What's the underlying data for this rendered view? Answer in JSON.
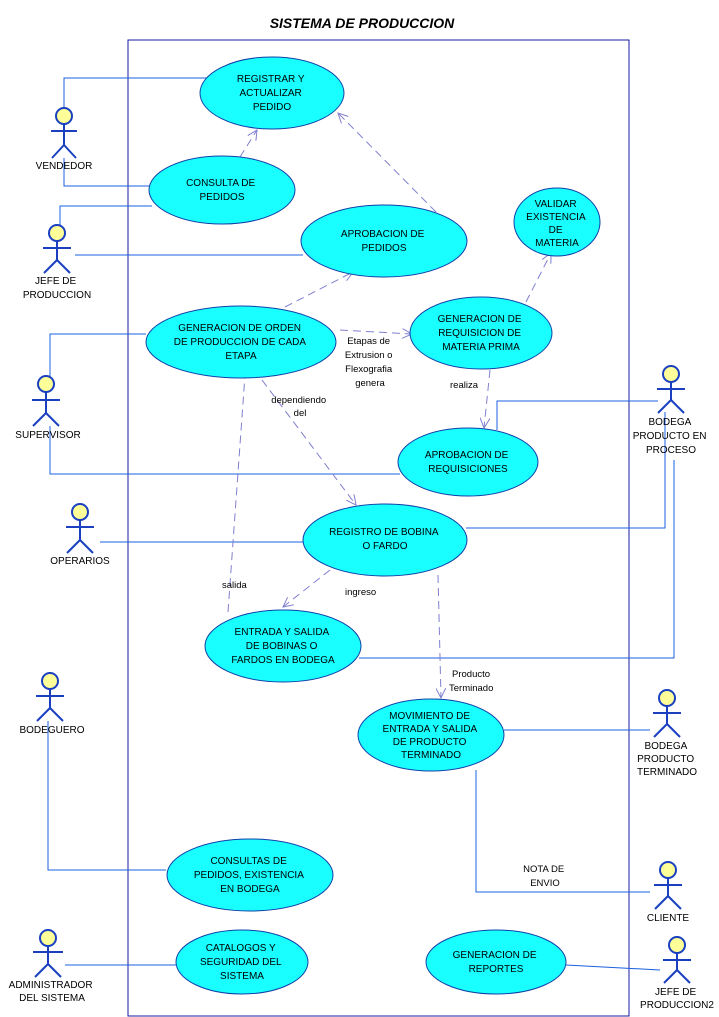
{
  "title": "SISTEMA DE PRODUCCION",
  "actors": {
    "vendedor": [
      "VENDEDOR"
    ],
    "jefe_produccion": [
      "JEFE DE",
      "PRODUCCION"
    ],
    "supervisor": [
      "SUPERVISOR"
    ],
    "operarios": [
      "OPERARIOS"
    ],
    "bodeguero": [
      "BODEGUERO"
    ],
    "administrador": [
      "ADMINISTRADOR",
      "DEL SISTEMA"
    ],
    "bodega_proceso": [
      "BODEGA",
      "PRODUCTO EN",
      "PROCESO"
    ],
    "bodega_terminado": [
      "BODEGA",
      "PRODUCTO",
      "TERMINADO"
    ],
    "cliente": [
      "CLIENTE"
    ],
    "jefe_produccion2": [
      "JEFE DE",
      "PRODUCCION2"
    ]
  },
  "use_cases": {
    "registrar_pedido": [
      "REGISTRAR Y",
      "ACTUALIZAR",
      "PEDIDO"
    ],
    "consulta_pedidos": [
      "CONSULTA DE",
      "PEDIDOS"
    ],
    "aprobacion_pedidos": [
      "APROBACION DE",
      "PEDIDOS"
    ],
    "validar_existencia": [
      "VALIDAR",
      "EXISTENCIA",
      "DE",
      "MATERIA"
    ],
    "generacion_orden": [
      "GENERACION DE ORDEN",
      "DE PRODUCCION DE CADA",
      "ETAPA"
    ],
    "generacion_requisicion": [
      "GENERACION DE",
      "REQUISICION DE",
      "MATERIA PRIMA"
    ],
    "aprobacion_requisiciones": [
      "APROBACION DE",
      "REQUISICIONES"
    ],
    "registro_bobina": [
      "REGISTRO DE BOBINA",
      "O FARDO"
    ],
    "entrada_salida_bobinas": [
      "ENTRADA Y SALIDA",
      "DE BOBINAS O",
      "FARDOS EN BODEGA"
    ],
    "movimiento_producto": [
      "MOVIMIENTO DE",
      "ENTRADA Y SALIDA",
      "DE PRODUCTO",
      "TERMINADO"
    ],
    "consultas_existencia": [
      "CONSULTAS DE",
      "PEDIDOS, EXISTENCIA",
      "EN BODEGA"
    ],
    "catalogos": [
      "CATALOGOS Y",
      "SEGURIDAD DEL",
      "SISTEMA"
    ],
    "generacion_reportes": [
      "GENERACION DE",
      "REPORTES"
    ]
  },
  "edge_labels": {
    "etapas": [
      "Etapas de",
      "Extrusion o",
      "Flexografia",
      "genera"
    ],
    "realiza": [
      "realiza"
    ],
    "dependiendo": [
      "dependiendo",
      "del"
    ],
    "salida": [
      "salida"
    ],
    "ingreso": [
      "ingreso"
    ],
    "producto_terminado": [
      "Producto",
      "Terminado"
    ],
    "nota_envio": [
      "NOTA DE",
      "ENVIO"
    ]
  },
  "colors": {
    "use_case_fill": "#19ffff",
    "use_case_stroke": "#1040a8",
    "actor_stroke": "#1a40c0",
    "actor_head": "#ffff99",
    "association": "#1a60e0",
    "dependency": "#8080d0",
    "boundary": "#1a1aa0"
  }
}
